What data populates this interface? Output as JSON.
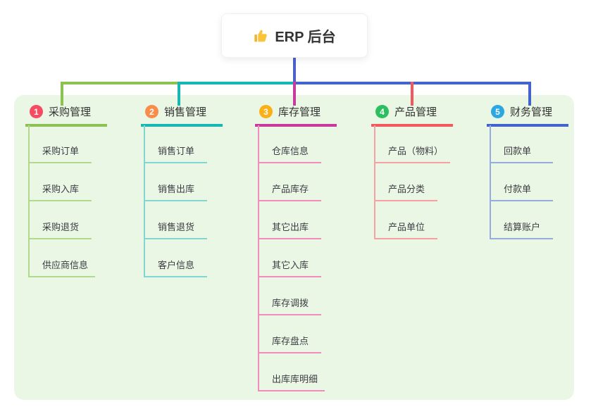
{
  "root": {
    "title": "ERP 后台",
    "icon": "thumbs-up-icon"
  },
  "colors": {
    "panel_background": "#e9f7e4",
    "connector_blue": "#4a62c9",
    "root_card_background": "#ffffff",
    "text_dark": "#333333",
    "text_child": "#3d3d44"
  },
  "branches": [
    {
      "badge": "1",
      "label": "采购管理",
      "badge_color": "#f84b61",
      "line_color": "#8cc153",
      "child_line_color": "#b0d98c",
      "children": [
        "采购订单",
        "采购入库",
        "采购退货",
        "供应商信息"
      ]
    },
    {
      "badge": "2",
      "label": "销售管理",
      "badge_color": "#fa8c4a",
      "line_color": "#17b8b4",
      "child_line_color": "#80d6d2",
      "children": [
        "销售订单",
        "销售出库",
        "销售退货",
        "客户信息"
      ]
    },
    {
      "badge": "3",
      "label": "库存管理",
      "badge_color": "#fbb017",
      "line_color": "#c93a9e",
      "child_line_color": "#f08cbe",
      "children": [
        "仓库信息",
        "产品库存",
        "其它出库",
        "其它入库",
        "库存调拨",
        "库存盘点",
        "出库库明细"
      ]
    },
    {
      "badge": "4",
      "label": "产品管理",
      "badge_color": "#2dbf5f",
      "line_color": "#f2585e",
      "child_line_color": "#f6a0a3",
      "children": [
        "产品（物料）",
        "产品分类",
        "产品单位"
      ]
    },
    {
      "badge": "5",
      "label": "财务管理",
      "badge_color": "#2ba7e2",
      "line_color": "#4464cd",
      "child_line_color": "#96abe0",
      "children": [
        "回款单",
        "付款单",
        "结算账户"
      ]
    }
  ]
}
